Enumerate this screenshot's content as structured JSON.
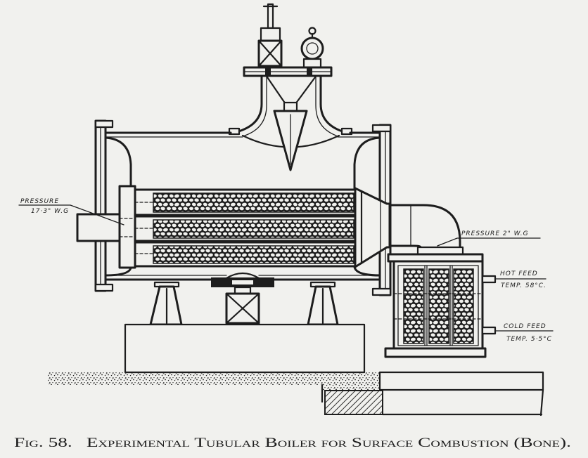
{
  "figure": {
    "number": "Fig. 58.",
    "title": "Experimental Tubular Boiler for Surface Combustion (Bone)."
  },
  "labels": {
    "inlet_pressure": {
      "heading": "PRESSURE",
      "reading": "17·3\" W.G"
    },
    "outlet_pressure": "PRESSURE 2\" W.G",
    "hot_feed": {
      "heading": "HOT FEED",
      "temperature": "TEMP. 58°C."
    },
    "cold_feed": {
      "heading": "COLD FEED",
      "temperature": "TEMP. 5·5°C"
    }
  },
  "colors": {
    "ink": "#1d1d1d",
    "paper": "#f1f1ee"
  }
}
